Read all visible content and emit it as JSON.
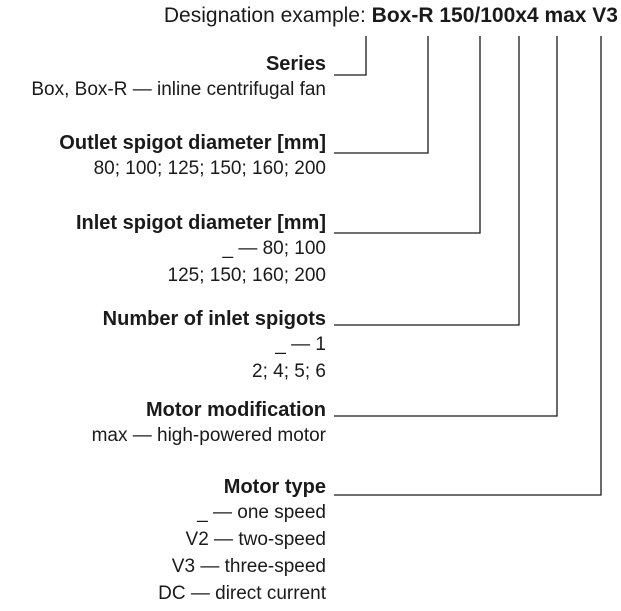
{
  "designation": {
    "prefix": "Designation example:",
    "code": "Box-R 150/100x4 max V3"
  },
  "fields": [
    {
      "heading": "Series",
      "lines": [
        "Box, Box-R — inline centrifugal fan"
      ]
    },
    {
      "heading": "Outlet spigot diameter [mm]",
      "lines": [
        "80; 100; 125; 150; 160; 200"
      ]
    },
    {
      "heading": "Inlet spigot diameter [mm]",
      "lines": [
        "_ — 80; 100",
        "125; 150; 160; 200"
      ]
    },
    {
      "heading": "Number of inlet spigots",
      "lines": [
        "_ — 1",
        "2; 4; 5; 6"
      ]
    },
    {
      "heading": "Motor modification",
      "lines": [
        "max — high-powered motor"
      ]
    },
    {
      "heading": "Motor type",
      "lines": [
        "_ — one speed",
        "V2 — two-speed",
        "V3 — three-speed",
        "DC — direct current"
      ]
    }
  ]
}
